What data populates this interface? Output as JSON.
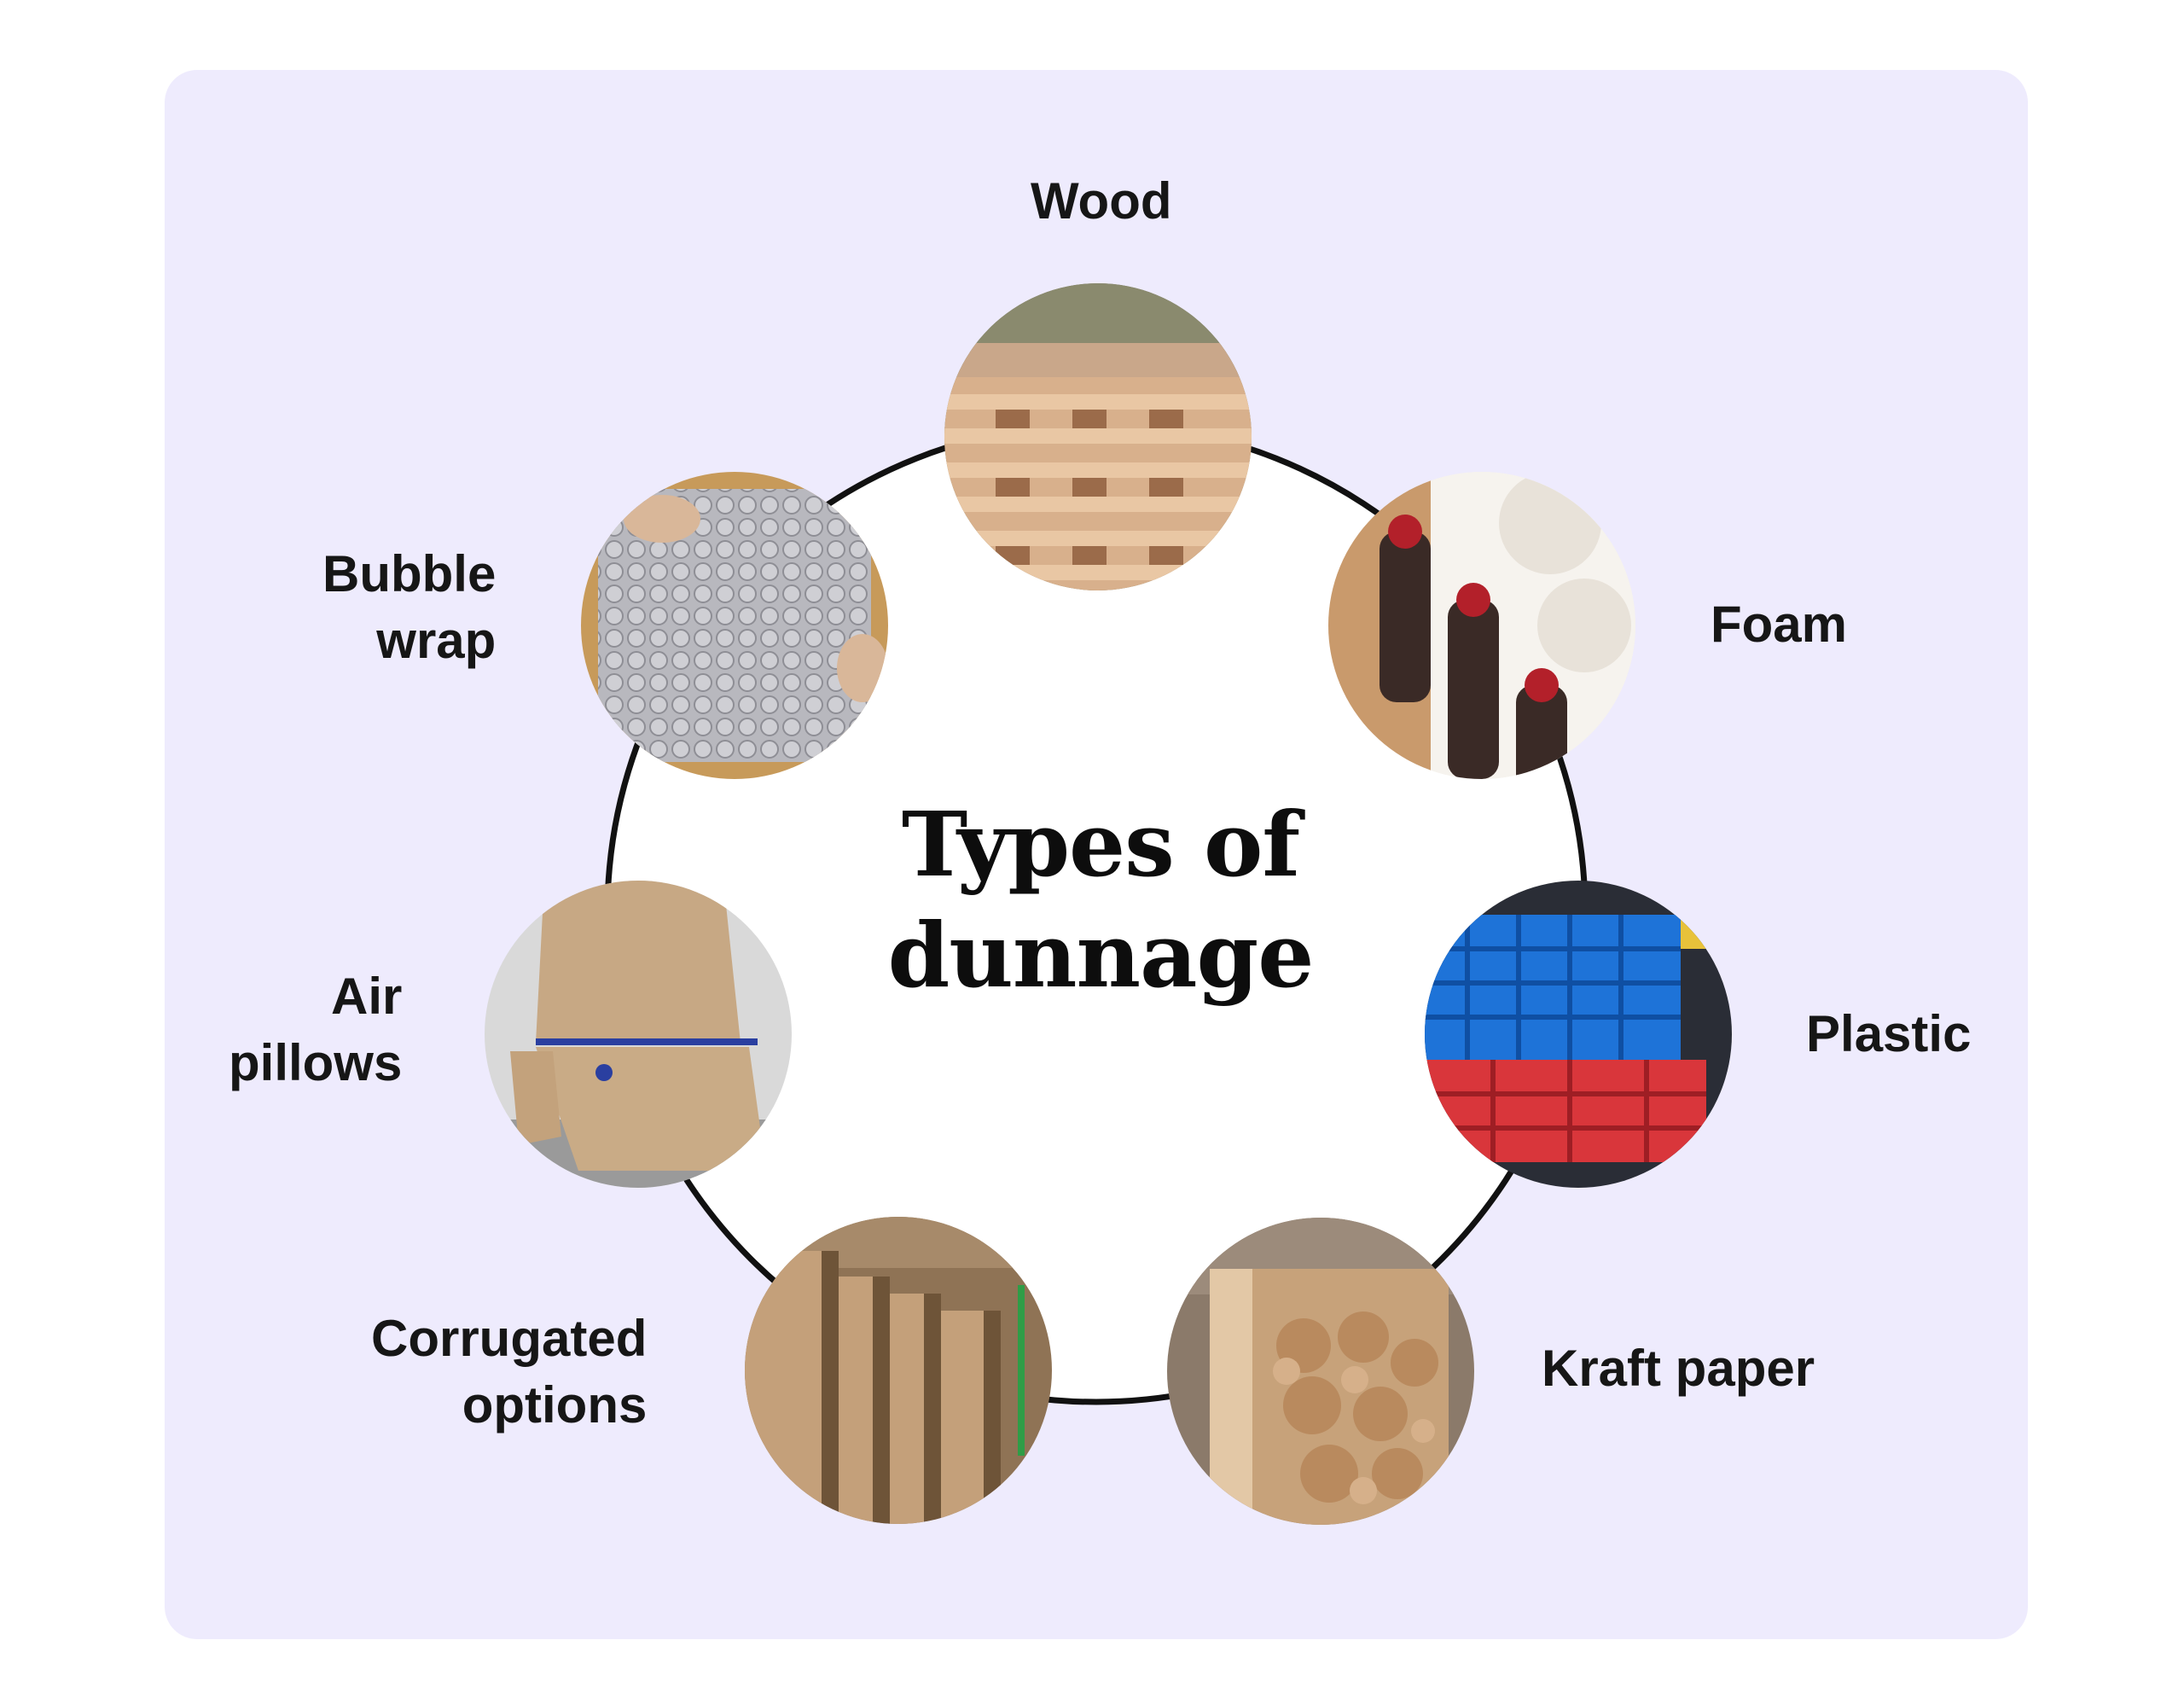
{
  "title": {
    "line1": "Types of",
    "line2": "dunnage"
  },
  "items": [
    {
      "id": "wood",
      "lines": [
        "Wood"
      ],
      "icon": "wooden-pallets-photo"
    },
    {
      "id": "foam",
      "lines": [
        "Foam"
      ],
      "icon": "foam-wine-insert-photo"
    },
    {
      "id": "plastic",
      "lines": [
        "Plastic"
      ],
      "icon": "plastic-pallets-photo"
    },
    {
      "id": "kraft-paper",
      "lines": [
        "Kraft paper"
      ],
      "icon": "kraft-paper-box-photo"
    },
    {
      "id": "corrugated",
      "lines": [
        "Corrugated",
        "options"
      ],
      "icon": "corrugated-board-photo"
    },
    {
      "id": "air-pillows",
      "lines": [
        "Air",
        "pillows"
      ],
      "icon": "air-pillow-bags-photo"
    },
    {
      "id": "bubble-wrap",
      "lines": [
        "Bubble",
        "wrap"
      ],
      "icon": "bubble-wrap-photo"
    }
  ],
  "colors": {
    "card_background": "#eeebfd",
    "ring_fill": "#ffffff",
    "ring_stroke": "#111111",
    "text": "#161616"
  }
}
